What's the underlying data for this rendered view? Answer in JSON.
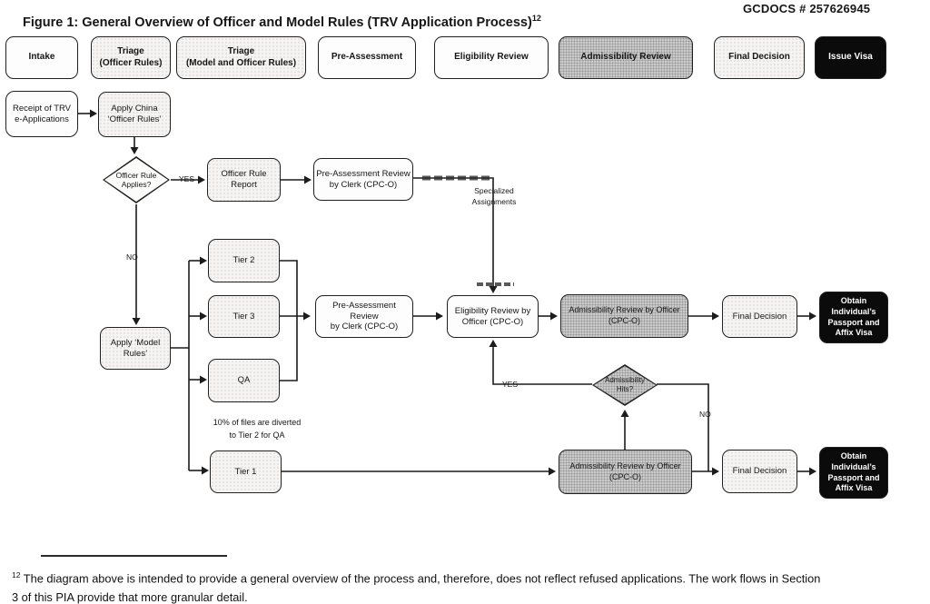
{
  "header": {
    "doc_number": "GCDOCS # 257626945",
    "figure_title": "Figure 1:  General Overview of Officer and Model Rules (TRV Application Process)",
    "figure_superscript": "12"
  },
  "phases": [
    {
      "label": "Intake"
    },
    {
      "label": "Triage\n(Officer Rules)"
    },
    {
      "label": "Triage\n(Model and Officer Rules)"
    },
    {
      "label": "Pre-Assessment"
    },
    {
      "label": "Eligibility Review"
    },
    {
      "label": "Admissibility Review"
    },
    {
      "label": "Final Decision"
    },
    {
      "label": "Issue Visa"
    }
  ],
  "nodes": {
    "receipt": "Receipt of TRV\ne-Applications",
    "apply_china": "Apply China\n‘Officer Rules’",
    "officer_rule_applies": "Officer Rule\nApplies?",
    "officer_rule_report": "Officer Rule\nReport",
    "preassessment_clerk_top": "Pre-Assessment Review\nby Clerk (CPC-O)",
    "apply_model": "Apply ‘Model\nRules’",
    "tier2": "Tier 2",
    "tier3": "Tier 3",
    "qa": "QA",
    "tier1": "Tier 1",
    "preassessment_clerk_mid": "Pre-Assessment Review\nby Clerk (CPC-O)",
    "eligibility_officer": "Eligibility Review by\nOfficer (CPC-O)",
    "admissibility_officer_mid": "Admissibility Review by Officer\n(CPC-O)",
    "final_decision_mid": "Final Decision",
    "obtain_visa_mid": "Obtain\nIndividual’s\nPassport and\nAffix Visa",
    "admissibility_hits": "Admissibility\nHits?",
    "admissibility_officer_bottom": "Admissibility Review by Officer\n(CPC-O)",
    "final_decision_bottom": "Final Decision",
    "obtain_visa_bottom": "Obtain\nIndividual’s\nPassport and\nAffix Visa"
  },
  "edge_labels": {
    "yes_officer_rule": "YES",
    "no_officer_rule": "NO",
    "specialized_assignments": "Specialized\nAssignments",
    "yes_hits": "YES",
    "no_hits": "NO",
    "qa_note": "10% of files are diverted\nto Tier 2 for QA"
  },
  "edges": [
    {
      "from": "Receipt of TRV e-Applications",
      "to": "Apply China 'Officer Rules'",
      "label": ""
    },
    {
      "from": "Apply China 'Officer Rules'",
      "to": "Officer Rule Applies?",
      "label": ""
    },
    {
      "from": "Officer Rule Applies?",
      "to": "Officer Rule Report",
      "label": "YES"
    },
    {
      "from": "Officer Rule Applies?",
      "to": "Apply 'Model Rules'",
      "label": "NO"
    },
    {
      "from": "Officer Rule Report",
      "to": "Pre-Assessment Review by Clerk (CPC-O)",
      "label": ""
    },
    {
      "from": "Pre-Assessment Review by Clerk (CPC-O)",
      "to": "Eligibility Review by Officer (CPC-O)",
      "label": "Specialized Assignments"
    },
    {
      "from": "Apply 'Model Rules'",
      "to": "Tier 2 / Tier 3 / QA / Tier 1",
      "label": ""
    },
    {
      "from": "Tier 2 / Tier 3 / QA",
      "to": "Pre-Assessment Review by Clerk (CPC-O)",
      "label": ""
    },
    {
      "from": "Pre-Assessment Review by Clerk (CPC-O)",
      "to": "Eligibility Review by Officer (CPC-O)",
      "label": ""
    },
    {
      "from": "Eligibility Review by Officer (CPC-O)",
      "to": "Admissibility Review by Officer (CPC-O)",
      "label": ""
    },
    {
      "from": "Admissibility Review by Officer (CPC-O)",
      "to": "Final Decision",
      "label": ""
    },
    {
      "from": "Final Decision",
      "to": "Obtain Individual's Passport and Affix Visa",
      "label": ""
    },
    {
      "from": "Tier 1",
      "to": "Admissibility Review by Officer (CPC-O) (bottom)",
      "label": ""
    },
    {
      "from": "Admissibility Review by Officer (CPC-O) (bottom)",
      "to": "Admissibility Hits?",
      "label": ""
    },
    {
      "from": "Admissibility Hits?",
      "to": "Eligibility Review by Officer (CPC-O)",
      "label": "YES"
    },
    {
      "from": "Admissibility Hits?",
      "to": "Final Decision (bottom)",
      "label": "NO"
    },
    {
      "from": "Admissibility Review by Officer (CPC-O) (bottom)",
      "to": "Final Decision (bottom)",
      "label": ""
    },
    {
      "from": "Final Decision (bottom)",
      "to": "Obtain Individual's Passport and Affix Visa (bottom)",
      "label": ""
    }
  ],
  "footnote": {
    "marker": "12",
    "text": "The diagram above is intended to provide a general overview of the process and, therefore, does not reflect refused applications.  The work flows in Section\n3 of this PIA provide that more granular detail."
  },
  "colors": {
    "line": "#1c1c1c",
    "box_border": "#202020",
    "shaded_fill": "#cacaca",
    "light_fill": "#f5f4f2",
    "black_fill": "#0b0b0b"
  }
}
